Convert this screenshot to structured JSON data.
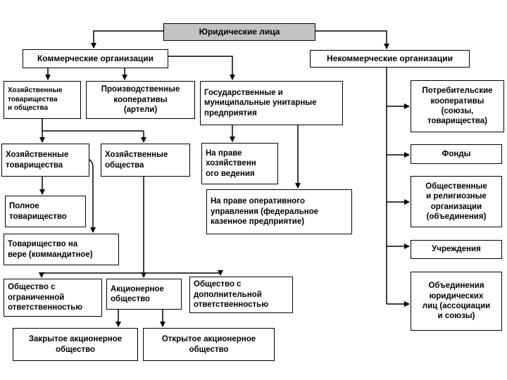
{
  "diagram": {
    "type": "org-flowchart",
    "language": "ru",
    "colors": {
      "title_fill": "#c3c3c3",
      "box_fill": "#ffffff",
      "line": "#000000",
      "text": "#000000",
      "background": "#ffffff"
    },
    "boxes": {
      "title": "Юридические лица",
      "commercial": "Коммерческие организации",
      "noncommercial": "Некоммерческие организации",
      "hoz_tov_obsh": "Хозяйственные\nтоварищества\nи общества",
      "proizv_koop": "Производственные\nкооперативы\n(артели)",
      "gos_mun": "Государственные и\nмуниципальные унитарные\nпредприятия",
      "potreb_koop": "Потребительские\nкооперативы\n(союзы,\nтоварищества)",
      "hoz_tov": "Хозяйственные\nтоварищества",
      "hoz_obsh": "Хозяйственные\nобщества",
      "na_prave_hoz": "На праве\nхозяйственн\nого ведения",
      "fondy": "Фонды",
      "polnoe_tov": "Полное\nтоварищество",
      "na_prave_oper": "На праве оперативного\nуправления (федеральное\nказенное предприятие)",
      "obsh_relig": "Общественные\nи религиозные\nорганизации\n(объединения)",
      "tov_na_vere": "Товарищество на\nвере (коммандитное)",
      "uchrezhdeniya": "Учреждения",
      "ooo": "Общество с\nограниченной\nответственностью",
      "ao": "Акционерное\nобщество",
      "odo": "Общество с\nдополнительной\nответственностью",
      "obyedineniya": "Объединения\nюридических\nлиц (ассоциации\nи союзы)",
      "zao": "Закрытое акционерное\nобщество",
      "oao": "Открытое акционерное\nобщество"
    }
  }
}
